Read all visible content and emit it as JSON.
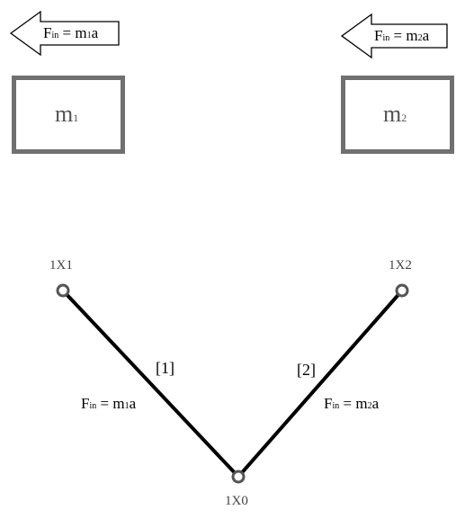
{
  "arrows": {
    "left": {
      "base": "F",
      "sub": "in",
      "rest": " = m",
      "sub2": "1",
      "tail": "a"
    },
    "right": {
      "base": "F",
      "sub": "in",
      "rest": " = m",
      "sub2": "2",
      "tail": "a"
    }
  },
  "masses": {
    "m1": {
      "base": "m",
      "sub": "1"
    },
    "m2": {
      "base": "m",
      "sub": "2"
    }
  },
  "nodes": {
    "x1": {
      "lead": "1",
      "base": "X",
      "sub": "1"
    },
    "x2": {
      "lead": "1",
      "base": "X",
      "sub": "2"
    },
    "x0": {
      "lead": "1",
      "base": "X",
      "sub": "0"
    }
  },
  "members": {
    "left": {
      "label": "[1]",
      "force": {
        "base": "F",
        "sub": "in",
        "rest": " = m",
        "sub2": "1",
        "tail": "a"
      }
    },
    "right": {
      "label": "[2]",
      "force": {
        "base": "F",
        "sub": "in",
        "rest": " = m",
        "sub2": "2",
        "tail": "a"
      }
    }
  },
  "colors": {
    "box_border": "#707070",
    "mass_text": "#555555",
    "node_stroke": "#555555",
    "line": "#000000"
  }
}
